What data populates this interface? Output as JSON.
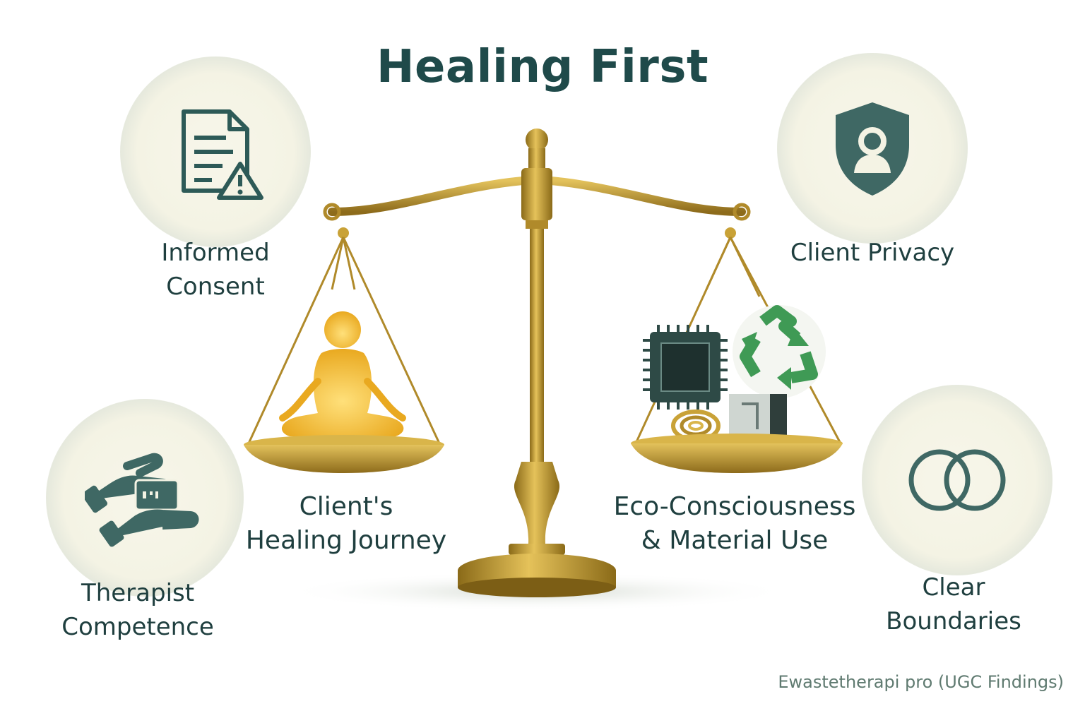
{
  "title": "Healing First",
  "corners": {
    "top_left": {
      "line1": "Informed",
      "line2": "Consent",
      "icon": "document-warning-icon"
    },
    "top_right": {
      "line1": "Client Privacy",
      "line2": "",
      "icon": "shield-user-icon"
    },
    "bottom_left": {
      "line1": "Therapist",
      "line2": "Competence",
      "icon": "hand-card-icon"
    },
    "bottom_right": {
      "line1": "Clear",
      "line2": "Boundaries",
      "icon": "interlocking-rings-icon"
    }
  },
  "scale": {
    "left_pan": {
      "line1": "Client's",
      "line2": "Healing Journey",
      "icon": "meditating-person-icon"
    },
    "right_pan": {
      "line1": "Eco-Consciousness",
      "line2": "& Material Use",
      "icons": [
        "microchip-icon",
        "recycle-icon",
        "metal-block-icon",
        "coil-icon"
      ]
    }
  },
  "footer": "Ewastetherapi pro (UGC Findings)",
  "colors": {
    "primary": "#1f4a4a",
    "brass": "#c9a237",
    "recycle": "#3f9a55",
    "gold_figure": "#f2b82c"
  }
}
